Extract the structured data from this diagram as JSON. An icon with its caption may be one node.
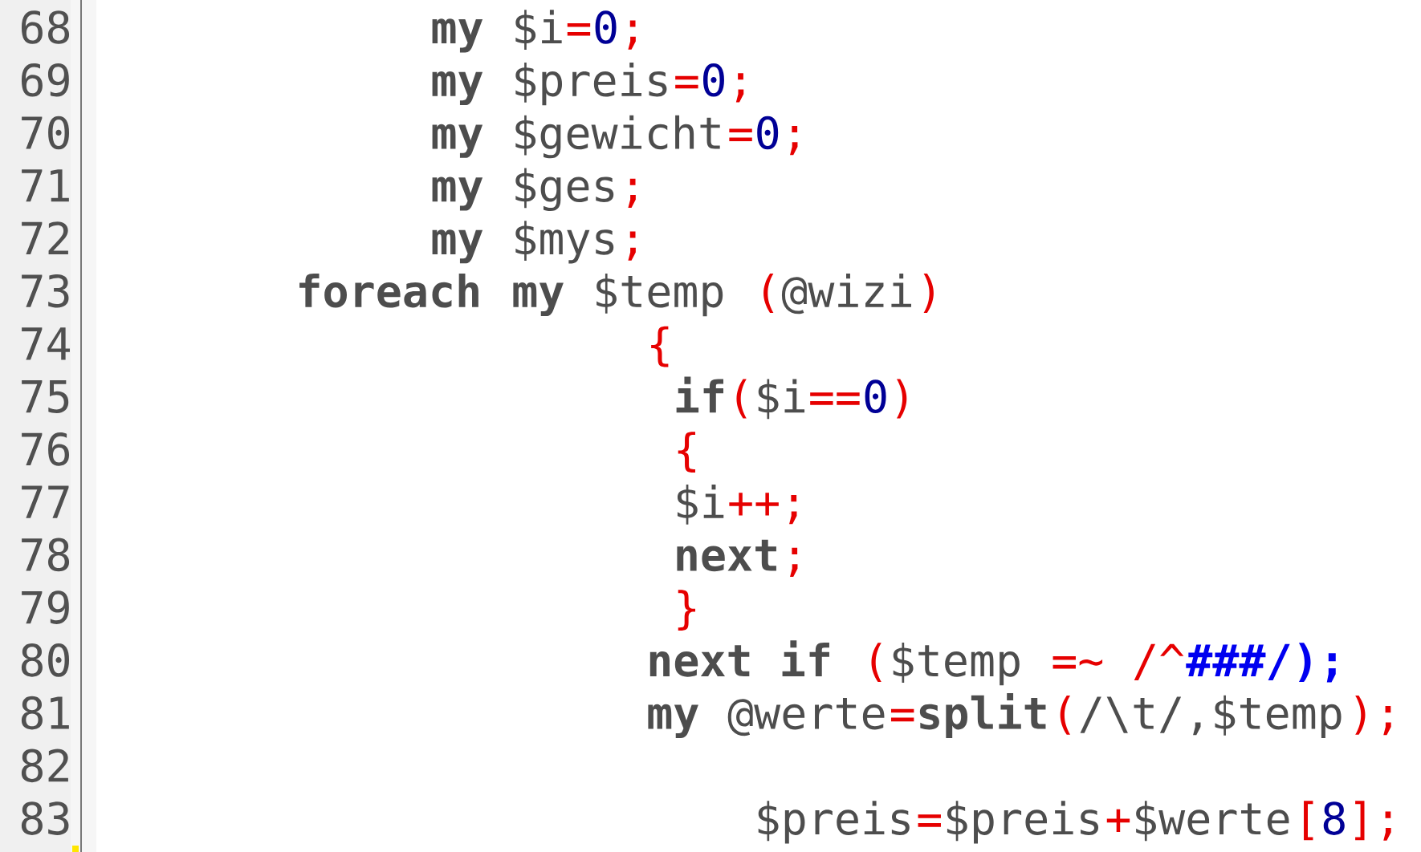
{
  "diagram": {
    "labels": [
      "68",
      "my",
      "$i",
      "=",
      "0",
      ";",
      "69",
      "my",
      "$preis",
      "=",
      "0",
      ";",
      "70",
      "my",
      "$gewicht",
      "=",
      "0",
      ";",
      "71",
      "my",
      "$ges",
      ";",
      "72",
      "my",
      "$mys",
      ";",
      "73",
      "foreach",
      "my",
      "$temp",
      "(",
      "@wizi",
      ")",
      "74",
      "{",
      "75",
      "if",
      "(",
      "$i",
      "==",
      "0",
      ")",
      "76",
      "{",
      "77",
      "$i",
      "++;",
      "78",
      "next",
      ";",
      "79",
      "}",
      "80",
      "next if",
      "(",
      "$temp",
      "=~",
      "/^",
      "###/);",
      "81",
      "my",
      "@werte",
      "=",
      "split",
      "(",
      "/\\t/,$temp",
      ")",
      ";",
      "82",
      "83",
      "$preis",
      "=",
      "$preis",
      "+",
      "$werte",
      "[",
      "8",
      "]",
      ";"
    ]
  }
}
